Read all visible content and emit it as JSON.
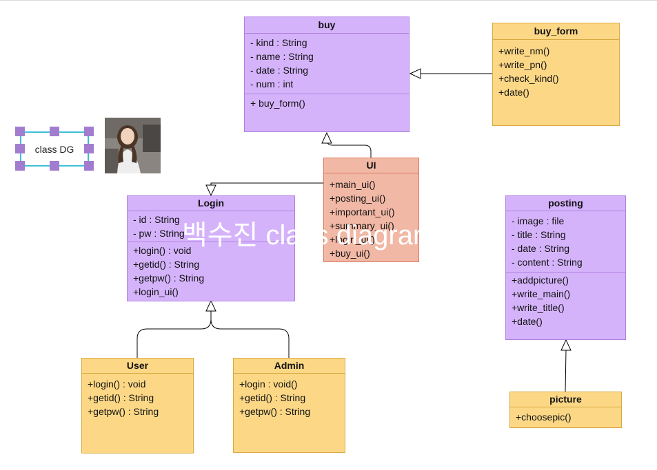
{
  "classes": {
    "buy": {
      "name": "buy",
      "attributes": [
        "- kind : String",
        "- name : String",
        "- date : String",
        "- num : int"
      ],
      "methods": [
        "+ buy_form()"
      ]
    },
    "buy_form": {
      "name": "buy_form",
      "methods": [
        "+write_nm()",
        "+write_pn()",
        "+check_kind()",
        "+date()"
      ]
    },
    "ui": {
      "name": "UI",
      "methods": [
        "+main_ui()",
        "+posting_ui()",
        "+important_ui()",
        "+summary_ui()",
        "+login_ui()",
        "+buy_ui()"
      ]
    },
    "login": {
      "name": "Login",
      "attributes": [
        "- id : String",
        "- pw : String"
      ],
      "methods": [
        "+login() : void",
        "+getid() : String",
        "+getpw() : String",
        "+login_ui()"
      ]
    },
    "posting": {
      "name": "posting",
      "attributes": [
        "- image : file",
        "- title : String",
        "- date : String",
        "- content : String"
      ],
      "methods": [
        "+addpicture()",
        "+write_main()",
        "+write_title()",
        "+date()"
      ]
    },
    "user": {
      "name": "User",
      "methods": [
        "+login() : void",
        "+getid() : String",
        "+getpw() : String"
      ]
    },
    "admin": {
      "name": "Admin",
      "methods": [
        "+login : void()",
        "+getid() : String",
        "+getpw() : String"
      ]
    },
    "picture": {
      "name": "picture",
      "methods": [
        "+choosepic()"
      ]
    }
  },
  "selected_label": {
    "text": "class DG",
    "border_color": "#3cc0d8",
    "handle_color": "#a27dcf"
  },
  "watermark": "백수진 class diagram",
  "colors": {
    "purple": "#d5b3fb",
    "yellow": "#fcd886",
    "salmon": "#f1b8a6"
  }
}
